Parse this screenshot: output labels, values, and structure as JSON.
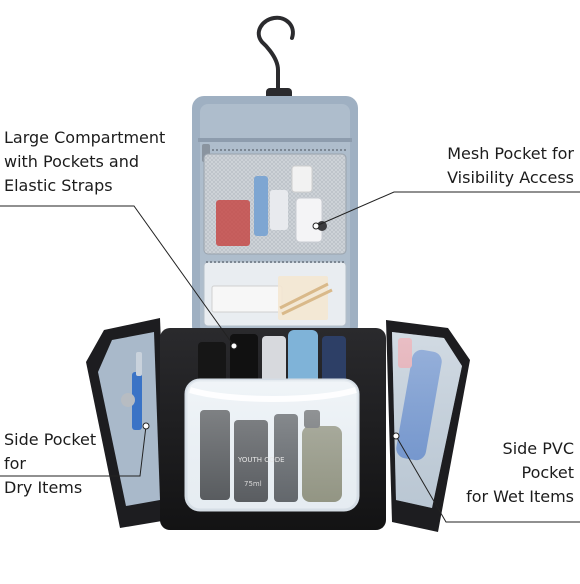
{
  "callouts": {
    "large_compartment": [
      "Large Compartment",
      "with Pockets and",
      "Elastic Straps"
    ],
    "mesh_pocket": [
      "Mesh Pocket for",
      "Visibility Access"
    ],
    "side_pocket": [
      "Side Pocket",
      "for",
      "Dry Items"
    ],
    "side_pvc_pocket": [
      "Side PVC",
      "Pocket",
      "for Wet Items"
    ]
  },
  "labels": {
    "bottle_label": "YOUTH CODE",
    "bottle_volume": "75ml"
  },
  "colors": {
    "bag_body": "#1b1b1d",
    "lining": "#a9b8c8",
    "mesh": "#c9ced3",
    "callout_text": "#1c1c1c",
    "leader_line": "#222222"
  }
}
